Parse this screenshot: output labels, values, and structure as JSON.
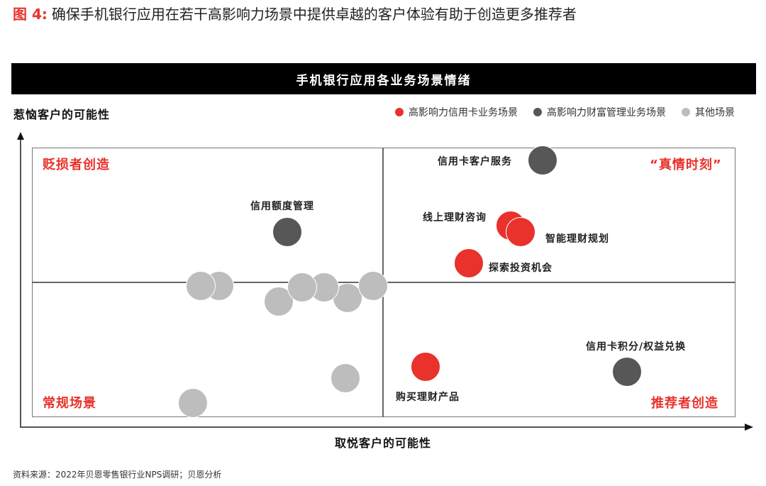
{
  "figure": {
    "number_label": "图 4:",
    "title": "确保手机银行应用在若干高影响力场景中提供卓越的客户体验有助于创造更多推荐者"
  },
  "banner": {
    "title": "手机银行应用各业务场景情绪"
  },
  "legend": [
    {
      "label": "高影响力信用卡业务场景",
      "color": "#e8322b",
      "icon": "red-dot-icon"
    },
    {
      "label": "高影响力财富管理业务场景",
      "color": "#575757",
      "icon": "dark-gray-dot-icon"
    },
    {
      "label": "其他场景",
      "color": "#bdbdbd",
      "icon": "light-gray-dot-icon"
    }
  ],
  "quadrants": {
    "top_left": "贬损者创造",
    "top_right": "“真情时刻”",
    "bottom_left": "常规场景",
    "bottom_right": "推荐者创造"
  },
  "source": "资料来源：2022年贝恩零售银行业NPS调研；贝恩分析",
  "colors": {
    "accent_red": "#e8322b",
    "dark_gray": "#575757",
    "light_gray": "#bdbdbd",
    "banner_bg": "#000000"
  },
  "chart_data": {
    "type": "scatter",
    "title": "手机银行应用各业务场景情绪",
    "xlabel": "取悦客户的可能性",
    "ylabel": "惹恼客户的可能性",
    "xlim": [
      0,
      100
    ],
    "ylim": [
      0,
      100
    ],
    "grid": false,
    "legend_position": "top-right",
    "quadrant_dividers": {
      "x": 50,
      "y": 50
    },
    "series": [
      {
        "name": "高影响力信用卡业务场景",
        "color": "#e8322b",
        "points": [
          {
            "label": "线上理财咨询",
            "x": 68,
            "y": 71
          },
          {
            "label": "智能理财规划",
            "x": 70,
            "y": 69
          },
          {
            "label": "探索投资机会",
            "x": 62,
            "y": 57
          },
          {
            "label": "购买理财产品",
            "x": 56,
            "y": 19
          }
        ]
      },
      {
        "name": "高影响力财富管理业务场景",
        "color": "#575757",
        "points": [
          {
            "label": "信用卡客户服务",
            "x": 73,
            "y": 95
          },
          {
            "label": "信用额度管理",
            "x": 36,
            "y": 69
          },
          {
            "label": "信用卡积分/权益兑换",
            "x": 85,
            "y": 17
          }
        ]
      },
      {
        "name": "其他场景",
        "color": "#bdbdbd",
        "points": [
          {
            "label": "",
            "x": 24,
            "y": 48
          },
          {
            "label": "",
            "x": 27,
            "y": 48
          },
          {
            "label": "",
            "x": 35,
            "y": 43
          },
          {
            "label": "",
            "x": 39,
            "y": 48
          },
          {
            "label": "",
            "x": 42,
            "y": 48
          },
          {
            "label": "",
            "x": 45,
            "y": 44
          },
          {
            "label": "",
            "x": 49,
            "y": 49
          },
          {
            "label": "",
            "x": 45,
            "y": 15
          },
          {
            "label": "",
            "x": 23,
            "y": 5
          }
        ]
      }
    ]
  }
}
